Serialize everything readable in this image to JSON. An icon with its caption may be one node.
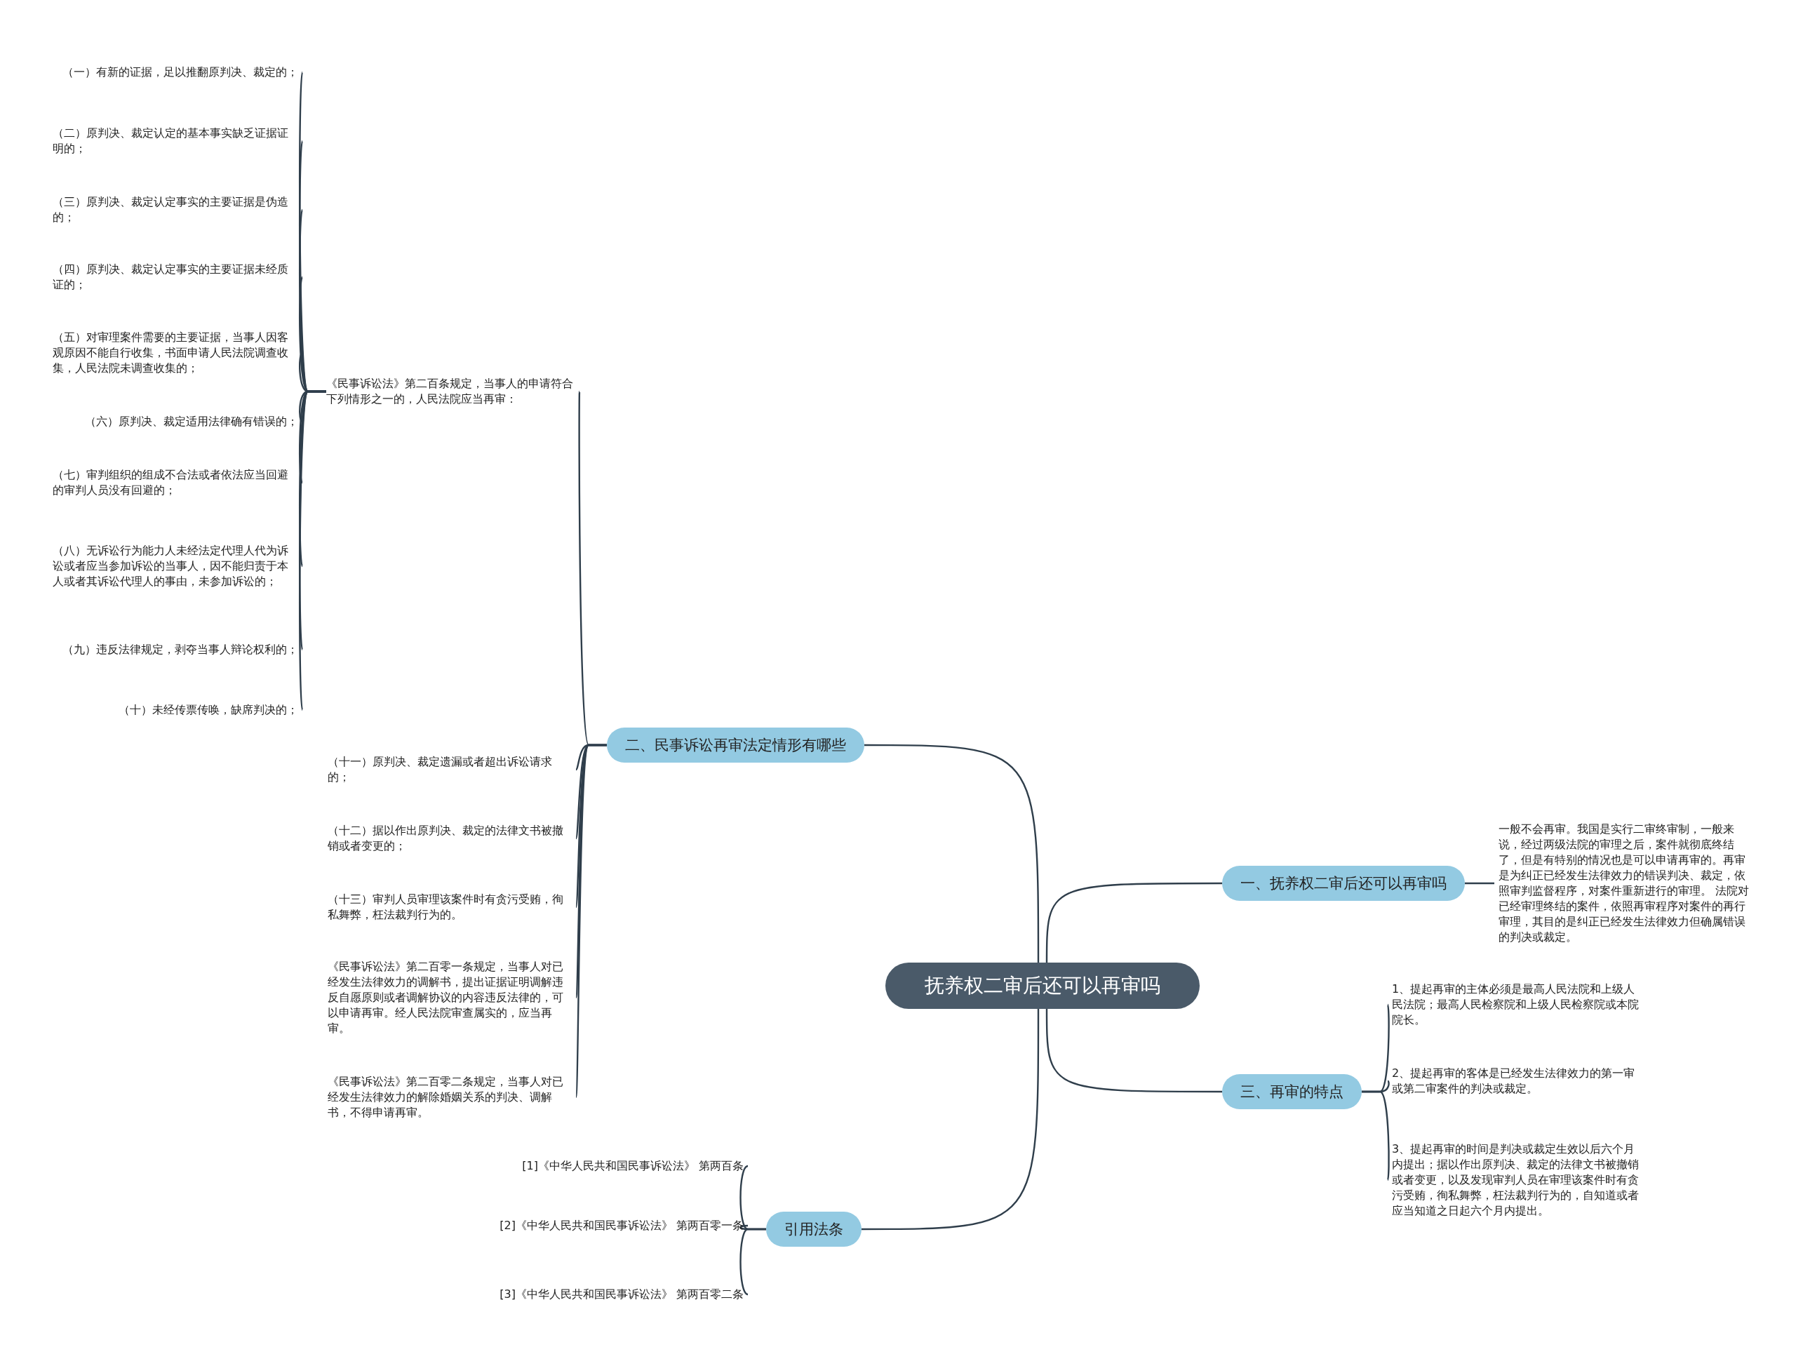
{
  "diagram": {
    "nodes": [
      {
        "text": [
          "抚养权二审后还可以再审吗"
        ]
      },
      {
        "text": [
          "一、抚养权二审后还可以再审吗"
        ]
      },
      {
        "text": [
          "一般不会再审。我国是实行二审终审制，一般来说，经过两级法院的审理之后，案件就彻底终结了，但是有特别的情况也是可以申请再审的。再审是为纠正已经发生法律效力的错误判决、裁定，依照审判监督程序，对案件重新进行的审理。 法院对已经审理终结的案件，依照再审程序对案件的再行审理，其目的是纠正已经发生法律效力但确属错误的判决或裁定。"
        ]
      },
      {
        "text": [
          "二、民事诉讼再审法定情形有哪些"
        ]
      },
      {
        "text": [
          "《民事诉讼法》第二百条规定，当事人的申请符合下列情形之一的，人民法院应当再审："
        ]
      },
      {
        "text": [
          "（一）有新的证据，足以推翻原判决、裁定的；"
        ]
      },
      {
        "text": [
          "（二）原判决、裁定认定的基本事实缺乏证据证明的；"
        ]
      },
      {
        "text": [
          "（三）原判决、裁定认定事实的主要证据是伪造的；"
        ]
      },
      {
        "text": [
          "（四）原判决、裁定认定事实的主要证据未经质证的；"
        ]
      },
      {
        "text": [
          "（五）对审理案件需要的主要证据，当事人因客观原因不能自行收集，书面申请人民法院调查收集，人民法院未调查收集的；"
        ]
      },
      {
        "text": [
          "（六）原判决、裁定适用法律确有错误的；"
        ]
      },
      {
        "text": [
          "（七）审判组织的组成不合法或者依法应当回避的审判人员没有回避的；"
        ]
      },
      {
        "text": [
          "（八）无诉讼行为能力人未经法定代理人代为诉讼或者应当参加诉讼的当事人，因不能归责于本人或者其诉讼代理人的事由，未参加诉讼的；"
        ]
      },
      {
        "text": [
          "（九）违反法律规定，剥夺当事人辩论权利的；"
        ]
      },
      {
        "text": [
          "（十）未经传票传唤，缺席判决的；"
        ]
      },
      {
        "text": [
          "（十一）原判决、裁定遗漏或者超出诉讼请求的；"
        ]
      },
      {
        "text": [
          "（十二）据以作出原判决、裁定的法律文书被撤销或者变更的；"
        ]
      },
      {
        "text": [
          "（十三）审判人员审理该案件时有贪污受贿，徇私舞弊，枉法裁判行为的。"
        ]
      },
      {
        "text": [
          "《民事诉讼法》第二百零一条规定，当事人对已经发生法律效力的调解书，提出证据证明调解违反自愿原则或者调解协议的内容违反法律的，可以申请再审。经人民法院审查属实的，应当再审。"
        ]
      },
      {
        "text": [
          "《民事诉讼法》第二百零二条规定，当事人对已经发生法律效力的解除婚姻关系的判决、调解书，不得申请再审。"
        ]
      },
      {
        "text": [
          "三、再审的特点"
        ]
      },
      {
        "text": [
          "1、提起再审的主体必须是最高人民法院和上级人民法院；最高人民检察院和上级人民检察院或本院院长。"
        ]
      },
      {
        "text": [
          "2、提起再审的客体是已经发生法律效力的第一审或第二审案件的判决或裁定。"
        ]
      },
      {
        "text": [
          "3、提起再审的时间是判决或裁定生效以后六个月内提出；据以作出原判决、裁定的法律文书被撤销或者变更，以及发现审判人员在审理该案件时有贪污受贿，徇私舞弊，枉法裁判行为的，自知道或者应当知道之日起六个月内提出。"
        ]
      },
      {
        "text": [
          "引用法条"
        ]
      },
      {
        "text": [
          "[1]《中华人民共和国民事诉讼法》 第两百条"
        ]
      },
      {
        "text": [
          "[2]《中华人民共和国民事诉讼法》 第两百零一条"
        ]
      },
      {
        "text": [
          "[3]《中华人民共和国民事诉讼法》 第两百零二条"
        ]
      }
    ],
    "edges": [
      {
        "from": 0,
        "to": 1,
        "arrow": "none"
      },
      {
        "from": 1,
        "to": 2,
        "arrow": "none"
      },
      {
        "from": 0,
        "to": 3,
        "arrow": "none"
      },
      {
        "from": 3,
        "to": 4,
        "arrow": "none"
      },
      {
        "from": 4,
        "to": 5,
        "arrow": "none"
      },
      {
        "from": 4,
        "to": 6,
        "arrow": "none"
      },
      {
        "from": 4,
        "to": 7,
        "arrow": "none"
      },
      {
        "from": 4,
        "to": 8,
        "arrow": "none"
      },
      {
        "from": 4,
        "to": 9,
        "arrow": "none"
      },
      {
        "from": 4,
        "to": 10,
        "arrow": "none"
      },
      {
        "from": 4,
        "to": 11,
        "arrow": "none"
      },
      {
        "from": 4,
        "to": 12,
        "arrow": "none"
      },
      {
        "from": 4,
        "to": 13,
        "arrow": "none"
      },
      {
        "from": 4,
        "to": 14,
        "arrow": "none"
      },
      {
        "from": 3,
        "to": 15,
        "arrow": "none"
      },
      {
        "from": 3,
        "to": 16,
        "arrow": "none"
      },
      {
        "from": 3,
        "to": 17,
        "arrow": "none"
      },
      {
        "from": 3,
        "to": 18,
        "arrow": "none"
      },
      {
        "from": 3,
        "to": 19,
        "arrow": "none"
      },
      {
        "from": 0,
        "to": 20,
        "arrow": "none"
      },
      {
        "from": 20,
        "to": 21,
        "arrow": "none"
      },
      {
        "from": 20,
        "to": 22,
        "arrow": "none"
      },
      {
        "from": 20,
        "to": 23,
        "arrow": "none"
      },
      {
        "from": 0,
        "to": 24,
        "arrow": "none"
      },
      {
        "from": 24,
        "to": 25,
        "arrow": "none"
      },
      {
        "from": 24,
        "to": 26,
        "arrow": "none"
      },
      {
        "from": 24,
        "to": 27,
        "arrow": "none"
      }
    ]
  }
}
